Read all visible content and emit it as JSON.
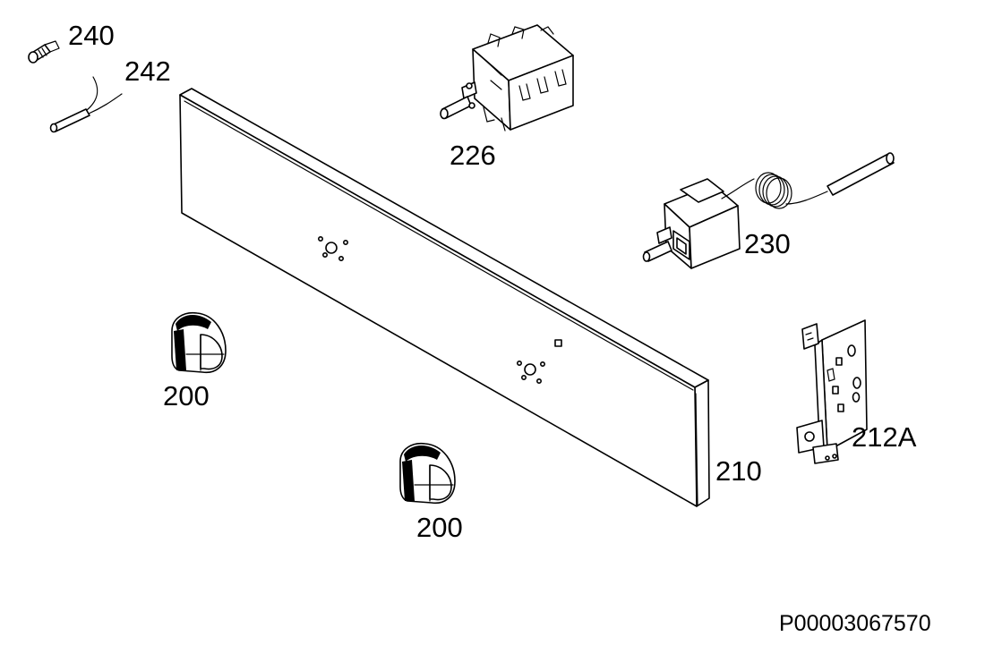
{
  "parts": [
    {
      "key": "screw",
      "number": "240"
    },
    {
      "key": "sensor",
      "number": "242"
    },
    {
      "key": "switch",
      "number": "226"
    },
    {
      "key": "thermostat",
      "number": "230"
    },
    {
      "key": "knob_left",
      "number": "200"
    },
    {
      "key": "knob_bottom",
      "number": "200"
    },
    {
      "key": "panel",
      "number": "210"
    },
    {
      "key": "bracket",
      "number": "212A"
    }
  ],
  "drawing_number": "P00003067570"
}
